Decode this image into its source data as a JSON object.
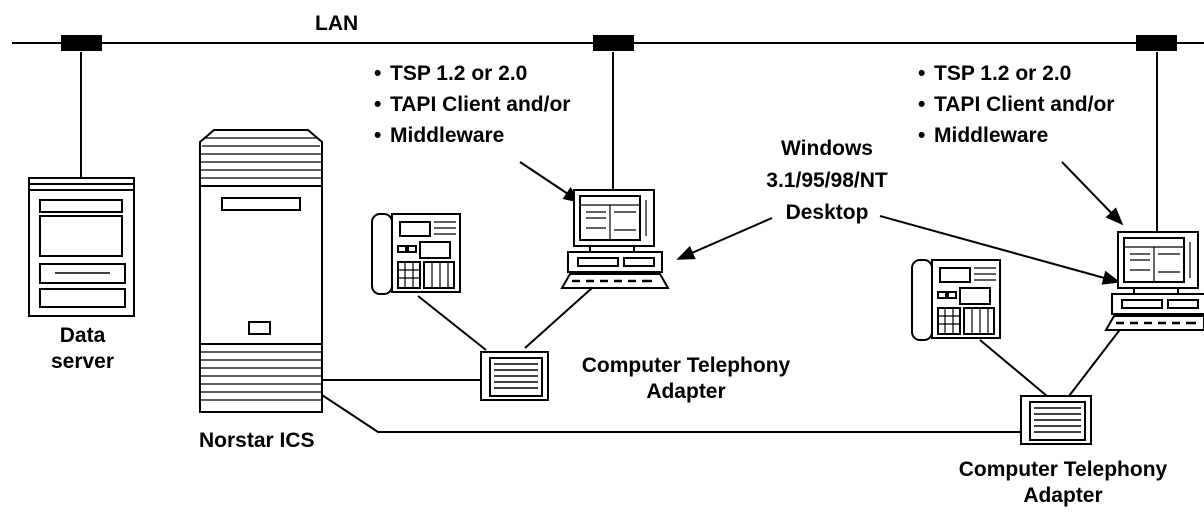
{
  "diagram": {
    "lan_label": "LAN",
    "data_server_label": [
      "Data",
      "server"
    ],
    "norstar_label": "Norstar ICS",
    "cta_center_label": [
      "Computer Telephony",
      "Adapter"
    ],
    "cta_right_label": [
      "Computer Telephony",
      "Adapter"
    ],
    "windows_label": [
      "Windows",
      "3.1/95/98/NT",
      "Desktop"
    ],
    "software_left": [
      "TSP 1.2 or 2.0",
      "TAPI Client and/or",
      "Middleware"
    ],
    "software_right": [
      "TSP 1.2 or 2.0",
      "TAPI Client and/or",
      "Middleware"
    ]
  }
}
